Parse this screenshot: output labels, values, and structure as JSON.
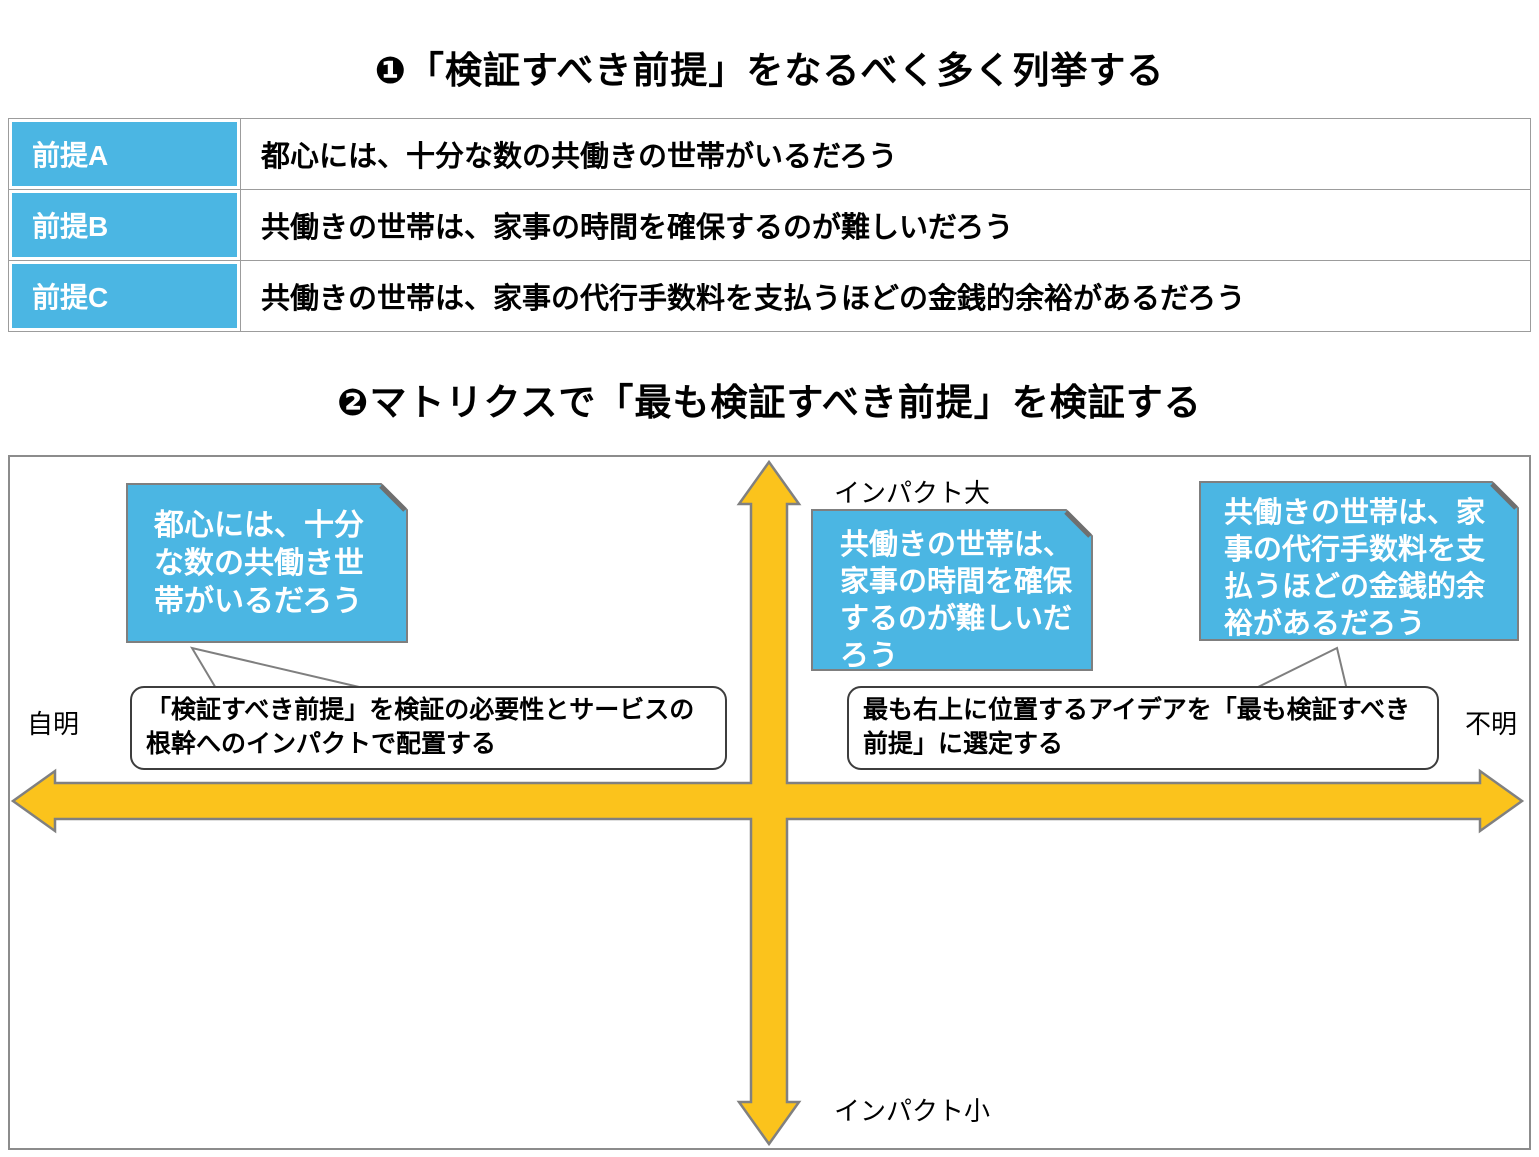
{
  "colors": {
    "accent_blue": "#4BB6E3",
    "axis_yellow": "#FBC31C",
    "shape_border_gray": "#7f7f7f",
    "note_border": "#3d3d3d"
  },
  "section1": {
    "title": "❶「検証すべき前提」をなるべく多く列挙する",
    "table": {
      "rows": [
        {
          "label": "前提A",
          "text": "都心には、十分な数の共働きの世帯がいるだろう"
        },
        {
          "label": "前提B",
          "text": "共働きの世帯は、家事の時間を確保するのが難しいだろう"
        },
        {
          "label": "前提C",
          "text": "共働きの世帯は、家事の代行手数料を支払うほどの金銭的余裕があるだろう"
        }
      ]
    }
  },
  "section2": {
    "title": "❷マトリクスで「最も検証すべき前提」を検証する",
    "matrix": {
      "axis": {
        "top": "インパクト大",
        "bottom": "インパクト小",
        "left": "自明",
        "right": "不明"
      },
      "callouts": [
        {
          "id": "A",
          "text": "都心には、十分な数の共働き世帯がいるだろう"
        },
        {
          "id": "B",
          "text": "共働きの世帯は、家事の時間を確保するのが難しいだろう"
        },
        {
          "id": "C",
          "text": "共働きの世帯は、家事の代行手数料を支払うほどの金銭的余裕があるだろう"
        }
      ],
      "notes": [
        {
          "text": "「検証すべき前提」を検証の必要性とサービスの根幹へのインパクトで配置する"
        },
        {
          "text": "最も右上に位置するアイデアを「最も検証すべき前提」に選定する"
        }
      ]
    }
  }
}
